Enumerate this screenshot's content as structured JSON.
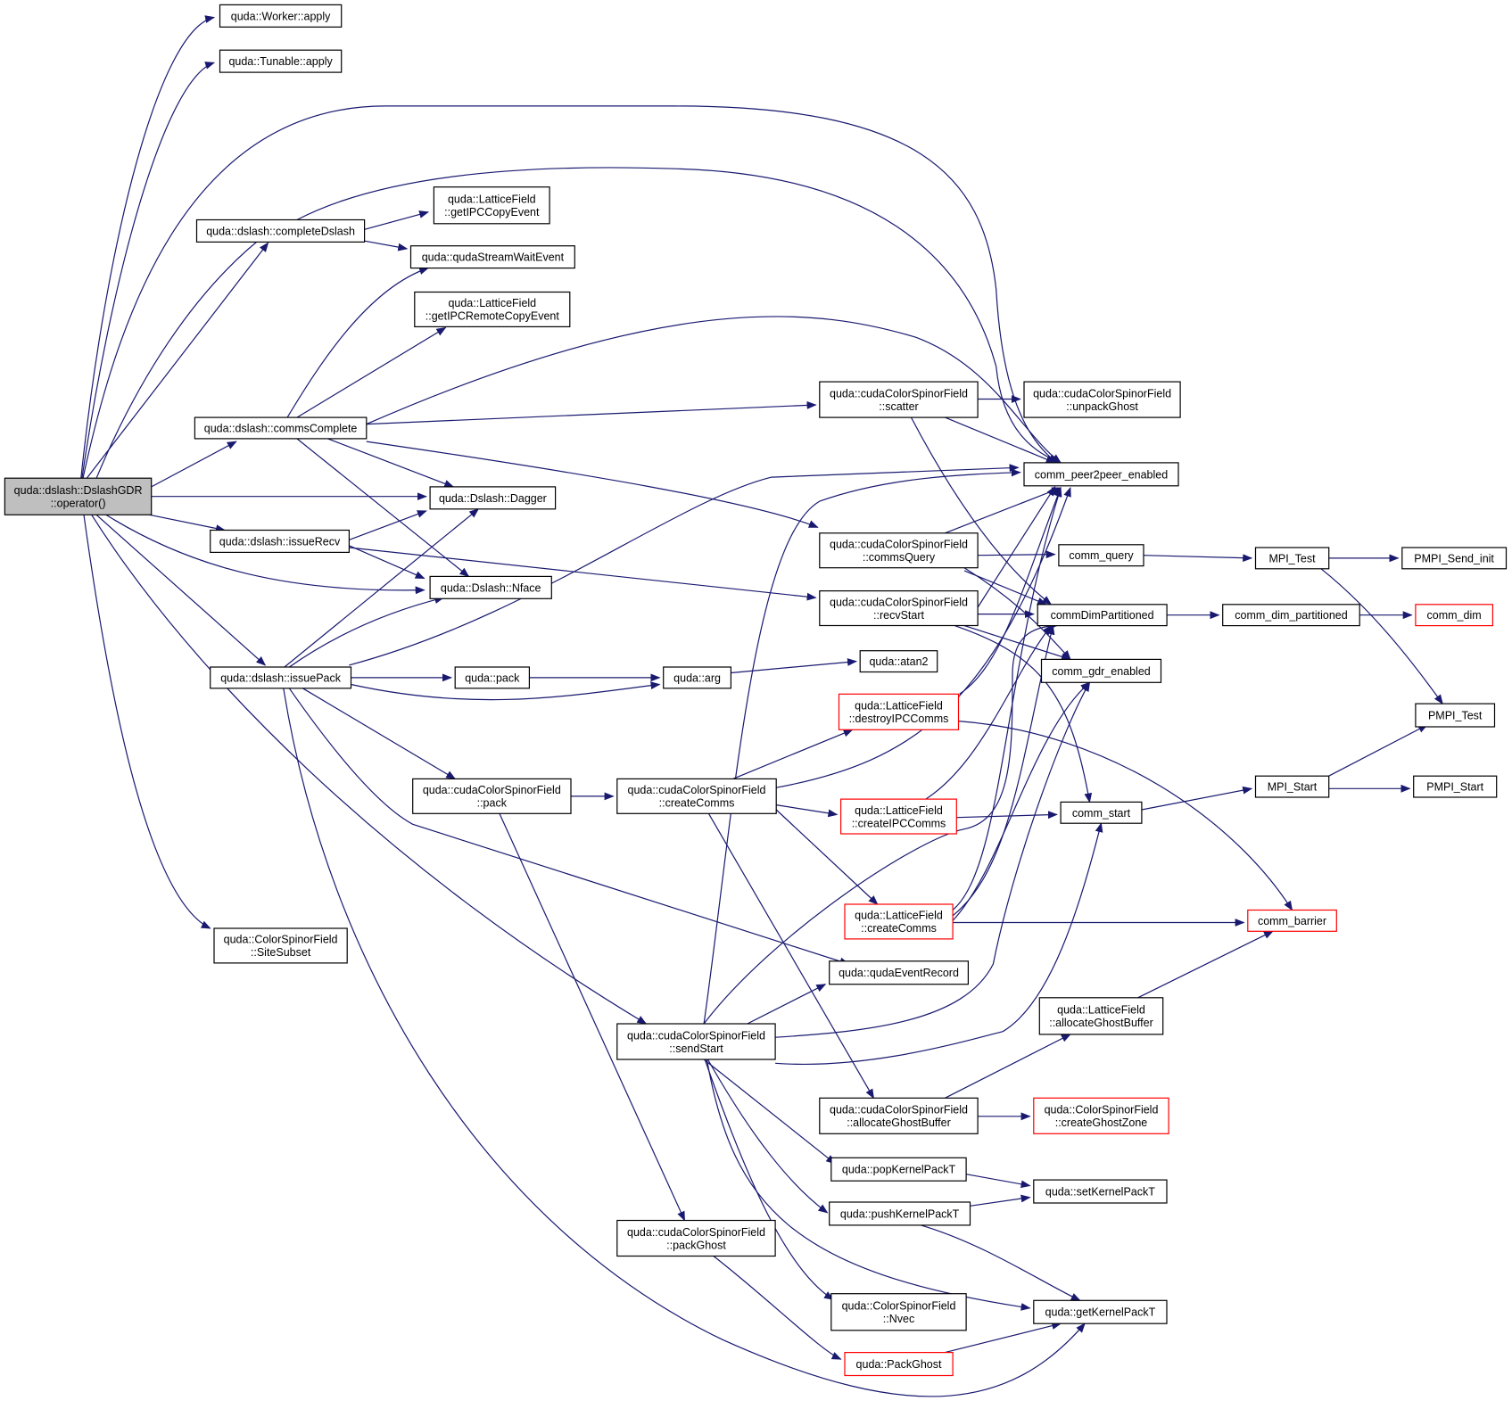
{
  "graph": {
    "colors": {
      "edge": "#191970",
      "node_border": "#000000",
      "truncated_border": "#ff0000",
      "root_fill": "#bfbfbf",
      "background": "#ffffff"
    },
    "nodes": [
      {
        "id": "root",
        "lines": [
          "quda::dslash::DslashGDR",
          "::operator()"
        ],
        "root": true
      },
      {
        "id": "worker_apply",
        "lines": [
          "quda::Worker::apply"
        ]
      },
      {
        "id": "tunable_apply",
        "lines": [
          "quda::Tunable::apply"
        ]
      },
      {
        "id": "completeDslash",
        "lines": [
          "quda::dslash::completeDslash"
        ]
      },
      {
        "id": "getIPCCopyEvent",
        "lines": [
          "quda::LatticeField",
          "::getIPCCopyEvent"
        ]
      },
      {
        "id": "qudaStreamWaitEvent",
        "lines": [
          "quda::qudaStreamWaitEvent"
        ]
      },
      {
        "id": "getIPCRemoteCopyEvent",
        "lines": [
          "quda::LatticeField",
          "::getIPCRemoteCopyEvent"
        ]
      },
      {
        "id": "commsComplete",
        "lines": [
          "quda::dslash::commsComplete"
        ]
      },
      {
        "id": "dagger",
        "lines": [
          "quda::Dslash::Dagger"
        ]
      },
      {
        "id": "issueRecv",
        "lines": [
          "quda::dslash::issueRecv"
        ]
      },
      {
        "id": "nface",
        "lines": [
          "quda::Dslash::Nface"
        ]
      },
      {
        "id": "issuePack",
        "lines": [
          "quda::dslash::issuePack"
        ]
      },
      {
        "id": "pack_fn",
        "lines": [
          "quda::pack"
        ]
      },
      {
        "id": "arg",
        "lines": [
          "quda::arg"
        ]
      },
      {
        "id": "atan2",
        "lines": [
          "quda::atan2"
        ]
      },
      {
        "id": "csf_pack",
        "lines": [
          "quda::cudaColorSpinorField",
          "::pack"
        ]
      },
      {
        "id": "createComms",
        "lines": [
          "quda::cudaColorSpinorField",
          "::createComms"
        ]
      },
      {
        "id": "siteSubset",
        "lines": [
          "quda::ColorSpinorField",
          "::SiteSubset"
        ]
      },
      {
        "id": "scatter",
        "lines": [
          "quda::cudaColorSpinorField",
          "::scatter"
        ]
      },
      {
        "id": "unpackGhost",
        "lines": [
          "quda::cudaColorSpinorField",
          "::unpackGhost"
        ]
      },
      {
        "id": "peer2peer",
        "lines": [
          "comm_peer2peer_enabled"
        ]
      },
      {
        "id": "commsQuery",
        "lines": [
          "quda::cudaColorSpinorField",
          "::commsQuery"
        ]
      },
      {
        "id": "comm_query",
        "lines": [
          "comm_query"
        ]
      },
      {
        "id": "mpi_test",
        "lines": [
          "MPI_Test"
        ]
      },
      {
        "id": "pmpi_send_init",
        "lines": [
          "PMPI_Send_init"
        ]
      },
      {
        "id": "recvStart",
        "lines": [
          "quda::cudaColorSpinorField",
          "::recvStart"
        ]
      },
      {
        "id": "commDimPartitioned",
        "lines": [
          "commDimPartitioned"
        ]
      },
      {
        "id": "comm_dim_partitioned",
        "lines": [
          "comm_dim_partitioned"
        ]
      },
      {
        "id": "comm_dim",
        "lines": [
          "comm_dim"
        ],
        "truncated": true
      },
      {
        "id": "gdr_enabled",
        "lines": [
          "comm_gdr_enabled"
        ]
      },
      {
        "id": "destroyIPCComms",
        "lines": [
          "quda::LatticeField",
          "::destroyIPCComms"
        ],
        "truncated": true
      },
      {
        "id": "pmpi_test",
        "lines": [
          "PMPI_Test"
        ]
      },
      {
        "id": "mpi_start",
        "lines": [
          "MPI_Start"
        ]
      },
      {
        "id": "pmpi_start",
        "lines": [
          "PMPI_Start"
        ]
      },
      {
        "id": "createIPCComms",
        "lines": [
          "quda::LatticeField",
          "::createIPCComms"
        ],
        "truncated": true
      },
      {
        "id": "comm_start",
        "lines": [
          "comm_start"
        ]
      },
      {
        "id": "lf_createComms",
        "lines": [
          "quda::LatticeField",
          "::createComms"
        ],
        "truncated": true
      },
      {
        "id": "comm_barrier",
        "lines": [
          "comm_barrier"
        ],
        "truncated": true
      },
      {
        "id": "qudaEventRecord",
        "lines": [
          "quda::qudaEventRecord"
        ]
      },
      {
        "id": "lf_allocGhost",
        "lines": [
          "quda::LatticeField",
          "::allocateGhostBuffer"
        ]
      },
      {
        "id": "sendStart",
        "lines": [
          "quda::cudaColorSpinorField",
          "::sendStart"
        ]
      },
      {
        "id": "csf_allocGhost",
        "lines": [
          "quda::cudaColorSpinorField",
          "::allocateGhostBuffer"
        ]
      },
      {
        "id": "createGhostZone",
        "lines": [
          "quda::ColorSpinorField",
          "::createGhostZone"
        ],
        "truncated": true
      },
      {
        "id": "popKernelPackT",
        "lines": [
          "quda::popKernelPackT"
        ]
      },
      {
        "id": "setKernelPackT",
        "lines": [
          "quda::setKernelPackT"
        ]
      },
      {
        "id": "pushKernelPackT",
        "lines": [
          "quda::pushKernelPackT"
        ]
      },
      {
        "id": "packGhost",
        "lines": [
          "quda::cudaColorSpinorField",
          "::packGhost"
        ]
      },
      {
        "id": "nvec",
        "lines": [
          "quda::ColorSpinorField",
          "::Nvec"
        ]
      },
      {
        "id": "getKernelPackT",
        "lines": [
          "quda::getKernelPackT"
        ]
      },
      {
        "id": "PackGhost",
        "lines": [
          "quda::PackGhost"
        ],
        "truncated": true
      }
    ]
  }
}
